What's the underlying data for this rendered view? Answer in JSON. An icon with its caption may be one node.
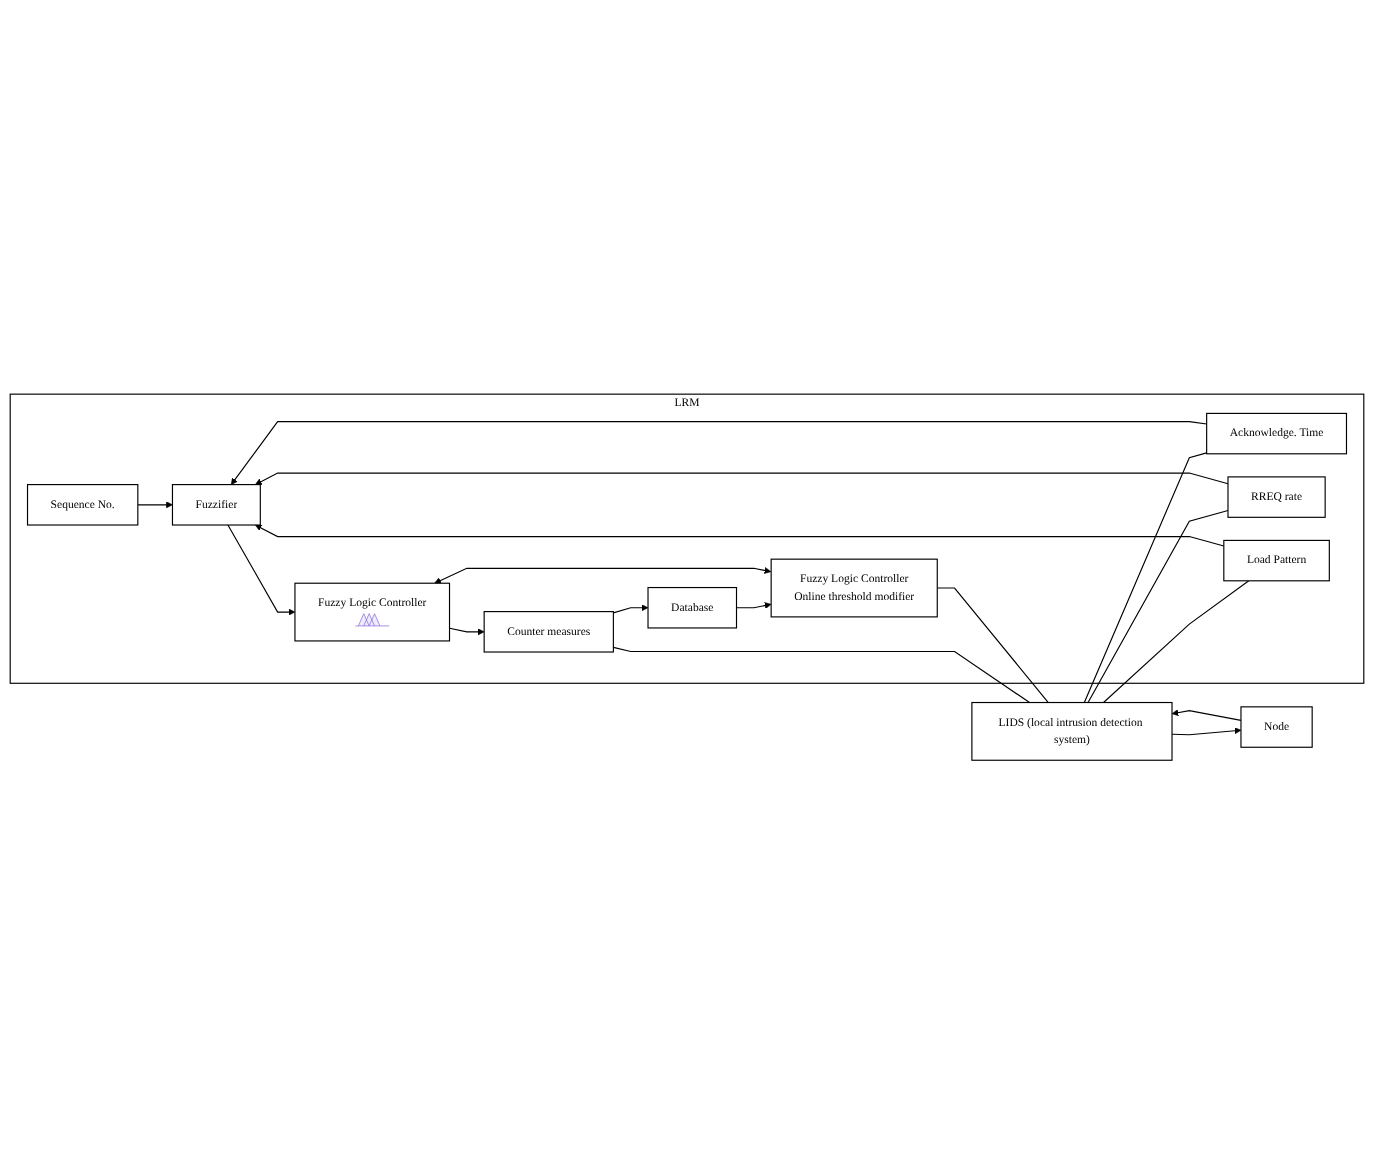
{
  "diagram": {
    "nodes": [
      {
        "text": [
          "LRM"
        ]
      },
      {
        "text": [
          "Sequence No."
        ],
        "in": 0
      },
      {
        "text": [
          "Acknowledge. Time"
        ],
        "in": 0
      },
      {
        "text": [
          "RREQ rate"
        ],
        "in": 0
      },
      {
        "text": [
          "Load Pattern"
        ],
        "in": 0
      },
      {
        "text": [
          "Fuzzifier"
        ],
        "in": 0
      },
      {
        "text": [
          "Fuzzy Logic Controller"
        ],
        "in": 0
      },
      {
        "text": [
          "Counter measures"
        ],
        "in": 0
      },
      {
        "text": [
          "Fuzzy Logic Controller",
          "Online threshold modifier"
        ],
        "in": 0
      },
      {
        "text": [
          "Database"
        ],
        "in": 0
      },
      {
        "text": [
          "LIDS (local intrusion detection system)"
        ]
      },
      {
        "text": [
          "Node"
        ]
      }
    ],
    "edges": [
      {
        "from": 1,
        "to": 5,
        "arrow": "to"
      },
      {
        "from": 2,
        "to": 5,
        "arrow": "to"
      },
      {
        "from": 3,
        "to": 5,
        "arrow": "to"
      },
      {
        "from": 4,
        "to": 5,
        "arrow": "to"
      },
      {
        "from": 5,
        "to": 6,
        "arrow": "to"
      },
      {
        "from": 6,
        "to": 7,
        "arrow": "to"
      },
      {
        "from": 8,
        "to": 6,
        "arrow": "both"
      },
      {
        "from": 7,
        "to": 9,
        "arrow": "to"
      },
      {
        "from": 9,
        "to": 8,
        "arrow": "to"
      },
      {
        "from": 7,
        "to": 10,
        "arrow": "none"
      },
      {
        "from": 8,
        "to": 10,
        "arrow": "none"
      },
      {
        "from": 10,
        "to": 2,
        "arrow": "none"
      },
      {
        "from": 10,
        "to": 3,
        "arrow": "none"
      },
      {
        "from": 10,
        "to": 4,
        "arrow": "none"
      },
      {
        "from": 11,
        "to": 10,
        "arrow": "to"
      },
      {
        "from": 10,
        "to": 11,
        "arrow": "to"
      }
    ]
  }
}
